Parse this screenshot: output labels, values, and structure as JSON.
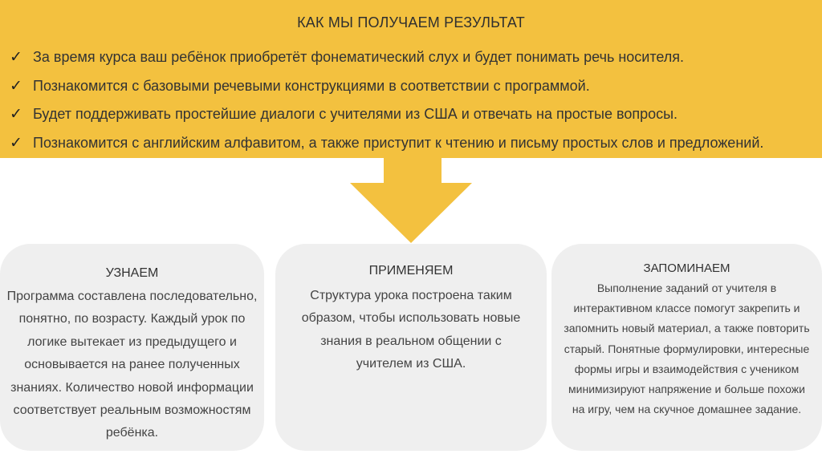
{
  "banner": {
    "title": "КАК МЫ ПОЛУЧАЕМ РЕЗУЛЬТАТ",
    "check_icon": "✓",
    "items": [
      "За время курса ваш ребёнок приобретёт фонематический слух и будет понимать речь носителя.",
      "Познакомится с базовыми речевыми конструкциями в соответствии с программой.",
      "Будет поддерживать простейшие диалоги с учителями из США и отвечать на простые вопросы.",
      "Познакомится с английским алфавитом, а также приступит к чтению и письму простых слов и предложений."
    ]
  },
  "cards": [
    {
      "title": "УЗНАЕМ",
      "body": "Программа составлена последовательно, понятно, по возрасту. Каждый урок по логике вытекает из предыдущего и основывается на ранее полученных знаниях. Количество новой информации соответствует реальным возможностям ребёнка."
    },
    {
      "title": "ПРИМЕНЯЕМ",
      "body": "Структура урока построена таким образом, чтобы использовать новые знания в реальном общении с учителем из США."
    },
    {
      "title": "ЗАПОМИНАЕМ",
      "body": "Выполнение заданий от учителя в интерактивном классе помогут закрепить и запомнить новый материал, а также повторить старый. Понятные формулировки, интересные формы игры и взаимодействия с учеником минимизируют напряжение и больше похожи на игру, чем на скучное домашнее задание."
    }
  ],
  "colors": {
    "banner": "#f3c13f",
    "card": "#efefef",
    "text": "#3c3c3c"
  },
  "icons": [
    "check-icon",
    "down-arrow-icon"
  ]
}
